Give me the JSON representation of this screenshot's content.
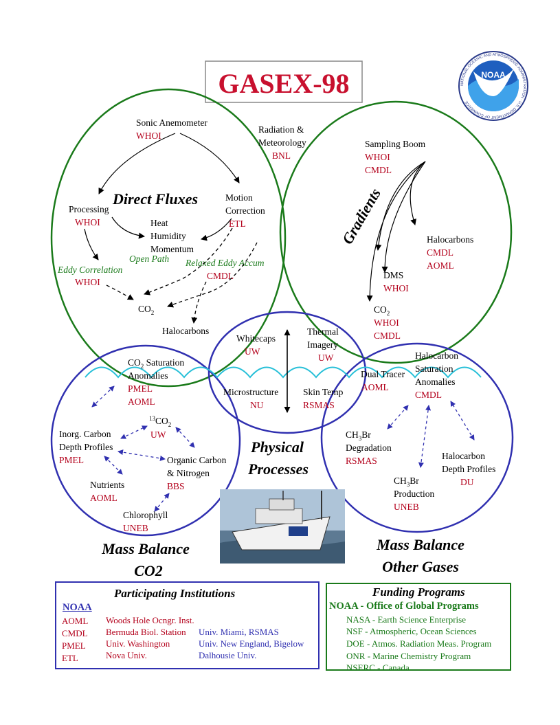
{
  "title": "GASEX-98",
  "colors": {
    "title_red": "#c8102e",
    "agency_red": "#b3001b",
    "green_circle": "#1a7a1a",
    "blue_circle": "#3030b0",
    "wave": "#28c0d8"
  },
  "icons": {
    "logo": "noaa-logo-icon",
    "ship": "research-vessel-icon"
  },
  "logo": {
    "text": "NOAA",
    "ring_text": "NATIONAL OCEANIC AND ATMOSPHERIC ADMINISTRATION · U.S. DEPARTMENT OF COMMERCE"
  },
  "sections": {
    "direct_fluxes": "Direct Fluxes",
    "gradients": "Gradients",
    "physical_1": "Physical",
    "physical_2": "Processes",
    "mb_co2_1": "Mass Balance",
    "mb_co2_2": "CO2",
    "mb_other_1": "Mass Balance",
    "mb_other_2": "Other Gases"
  },
  "nodes": {
    "sonic_1": "Sonic Anemometer",
    "sonic_2": "WHOI",
    "radiation_1": "Radiation &",
    "radiation_2": "Meteorology",
    "radiation_3": "BNL",
    "sampling_1": "Sampling Boom",
    "sampling_2": "WHOI",
    "sampling_3": "CMDL",
    "processing_1": "Processing",
    "processing_2": "WHOI",
    "motion_1": "Motion",
    "motion_2": "Correction",
    "motion_3": "ETL",
    "heat_1": "Heat",
    "heat_2": "Humidity",
    "heat_3": "Momentum",
    "openpath": "Open Path",
    "eddy_1": "Eddy Correlation",
    "eddy_2": "WHOI",
    "relaxed_1": "Relaxed Eddy Accum",
    "relaxed_2": "CMDL",
    "co2_flux": "CO",
    "halocarbons_flux": "Halocarbons",
    "halocarbons_grad_1": "Halocarbons",
    "halocarbons_grad_2": "CMDL",
    "halocarbons_grad_3": "AOML",
    "dms_1": "DMS",
    "dms_2": "WHOI",
    "co2_grad_1": "CO",
    "co2_grad_2": "WHOI",
    "co2_grad_3": "CMDL",
    "whitecaps_1": "Whitecaps",
    "whitecaps_2": "UW",
    "thermal_1": "Thermal",
    "thermal_2": "Imagery",
    "thermal_3": "UW",
    "micro_1": "Microstructure",
    "micro_2": "NU",
    "skin_1": "Skin Temp",
    "skin_2": "RSMAS",
    "dual_1": "Dual Tracer",
    "dual_2": "AOML",
    "co2sat_1": " Saturation",
    "co2sat_2": "Anomalies",
    "co2sat_3": "PMEL",
    "co2sat_4": "AOML",
    "halosat_1": "Halocarbon",
    "halosat_2": "Saturation",
    "halosat_3": "Anomalies",
    "halosat_4": "CMDL",
    "c13_1": "CO",
    "c13_2": "UW",
    "inorg_1": "Inorg. Carbon",
    "inorg_2": "Depth Profiles",
    "inorg_3": "PMEL",
    "organic_1": "Organic Carbon",
    "organic_2": "& Nitrogen",
    "organic_3": "BBS",
    "nutrients_1": "Nutrients",
    "nutrients_2": "AOML",
    "chloro_1": "Chlorophyll",
    "chloro_2": "UNEB",
    "ch3br_deg_1": "Br",
    "ch3br_deg_2": "Degradation",
    "ch3br_deg_3": "RSMAS",
    "ch3br_prod_1": "Br",
    "ch3br_prod_2": "Production",
    "ch3br_prod_3": "UNEB",
    "halodepth_1": "Halocarbon",
    "halodepth_2": "Depth Profiles",
    "halodepth_3": "DU"
  },
  "chem": {
    "co": "CO",
    "ch": "CH",
    "sub2": "2",
    "sub3": "3",
    "sup13": "13"
  },
  "institutions": {
    "heading": "Participating Institutions",
    "noaa": "NOAA",
    "noaa_labs": [
      "AOML",
      "CMDL",
      "PMEL",
      "ETL"
    ],
    "col2": [
      "Woods Hole Ocngr. Inst.",
      "Bermuda Biol. Station",
      "Univ. Washington",
      "Nova Univ."
    ],
    "col3": [
      "Univ. Miami, RSMAS",
      "Univ. New England, Bigelow",
      "Dalhousie Univ."
    ]
  },
  "funding": {
    "heading": "Funding Programs",
    "lead": "NOAA - Office of Global Programs",
    "items": [
      "NASA - Earth Science Enterprise",
      "NSF - Atmospheric, Ocean Sciences",
      "DOE - Atmos. Radiation Meas. Program",
      "ONR - Marine Chemistry Program",
      "NSERC - Canada"
    ]
  }
}
